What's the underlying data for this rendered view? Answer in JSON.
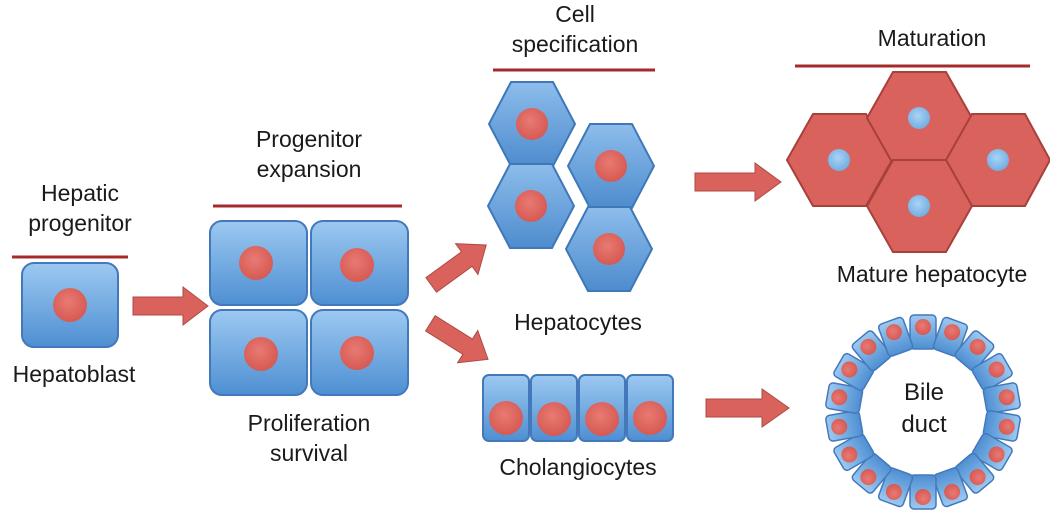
{
  "stages": {
    "hepatic_progenitor": {
      "line1": "Hepatic",
      "line2": "progenitor"
    },
    "progenitor_expansion": {
      "line1": "Progenitor",
      "line2": "expansion"
    },
    "cell_specification": {
      "line1": "Cell",
      "line2": "specification"
    },
    "maturation": {
      "line1": "Maturation"
    }
  },
  "cells": {
    "hepatoblast": "Hepatoblast",
    "proliferation": {
      "line1": "Proliferation",
      "line2": "survival"
    },
    "hepatocytes": "Hepatocytes",
    "cholangiocytes": "Cholangiocytes",
    "mature_hepatocyte": "Mature hepatocyte",
    "bile_duct": {
      "line1": "Bile",
      "line2": "duct"
    }
  },
  "colors": {
    "progenitor_cell_fill": "#6FA8DC",
    "progenitor_cell_stroke": "#3F78B8",
    "nucleus_red": "#E06666",
    "mature_cell_fill": "#D9625C",
    "mature_nucleus_blue": "#8EC3F0",
    "stage_line": "#A52A2A",
    "arrow": "#D9625C",
    "arrow_stroke": "#B04A45"
  }
}
